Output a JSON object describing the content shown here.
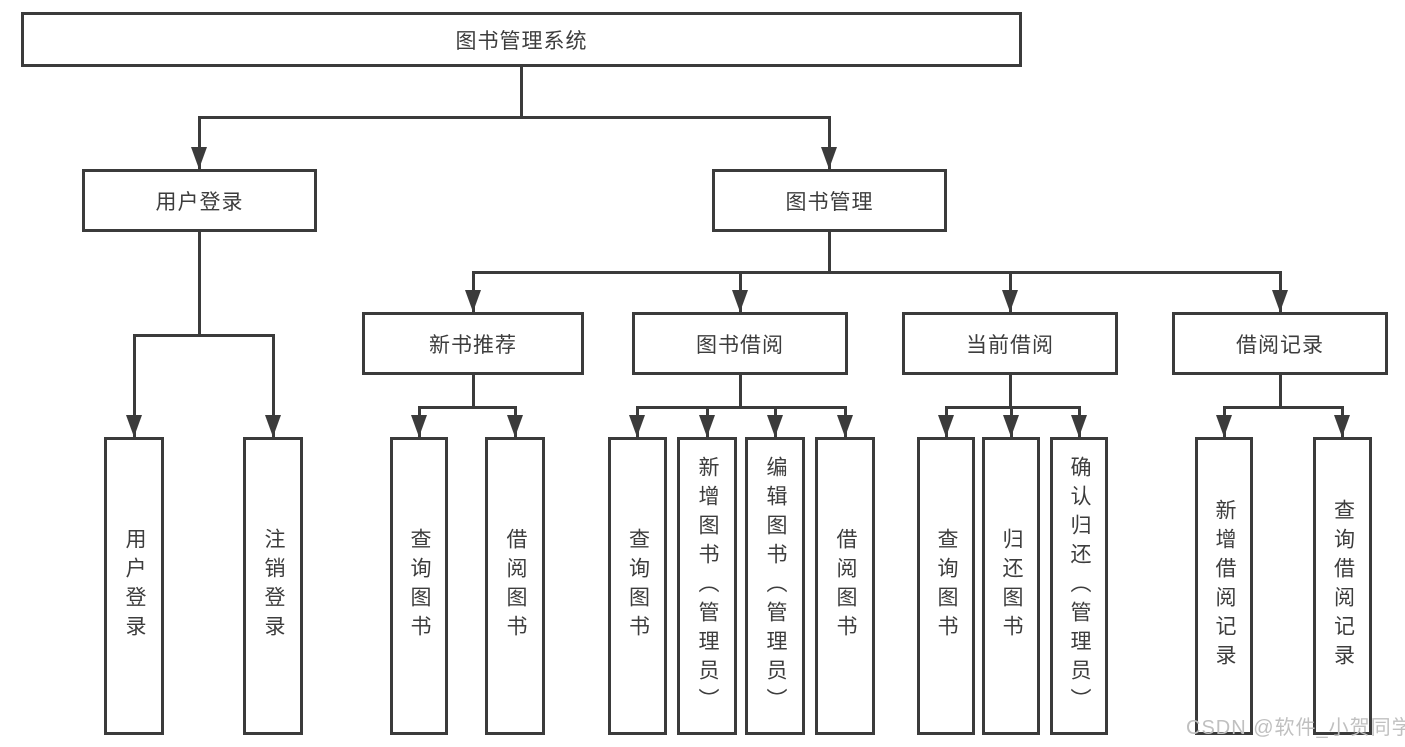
{
  "nodes": {
    "root": "图书管理系统",
    "user_login": "用户登录",
    "book_mgmt": "图书管理",
    "new_book_rec": "新书推荐",
    "book_borrow": "图书借阅",
    "current_borrow": "当前借阅",
    "borrow_record": "借阅记录",
    "ul_user_login": "用户登录",
    "ul_logout": "注销登录",
    "nbr_query": "查询图书",
    "nbr_borrow": "借阅图书",
    "bb_query": "查询图书",
    "bb_add": "新增图书（管理员）",
    "bb_edit": "编辑图书（管理员）",
    "bb_borrow": "借阅图书",
    "cb_query": "查询图书",
    "cb_return": "归还图书",
    "cb_confirm": "确认归还（管理员）",
    "br_add": "新增借阅记录",
    "br_query": "查询借阅记录"
  },
  "watermark": "CSDN @软件_小贺同学",
  "colors": {
    "line": "#3b3b3b",
    "text": "#3d3d3d",
    "background": "#ffffff",
    "watermark": "#c0c0c0"
  }
}
